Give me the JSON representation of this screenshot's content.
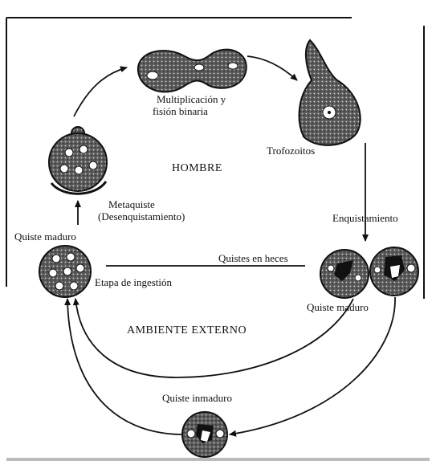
{
  "labels": {
    "multiplicacion": "Multiplicación y",
    "fision": "fisión binaria",
    "trofozoitos": "Trofozoitos",
    "hombre": "HOMBRE",
    "metaquiste": "Metaquiste",
    "desenquistamiento": "(Desenquistamiento)",
    "quiste_maduro_left": "Quiste maduro",
    "enquistamiento": "Enquistamiento",
    "quistes_en_heces": "Quistes en heces",
    "etapa_ingestion": "Etapa de ingestión",
    "quiste_maduro_right": "Quiste maduro",
    "ambiente_externo": "AMBIENTE EXTERNO",
    "quiste_inmaduro": "Quiste inmaduro"
  },
  "colors": {
    "ink": "#111111",
    "cell_fill": "#6e6e6e"
  }
}
